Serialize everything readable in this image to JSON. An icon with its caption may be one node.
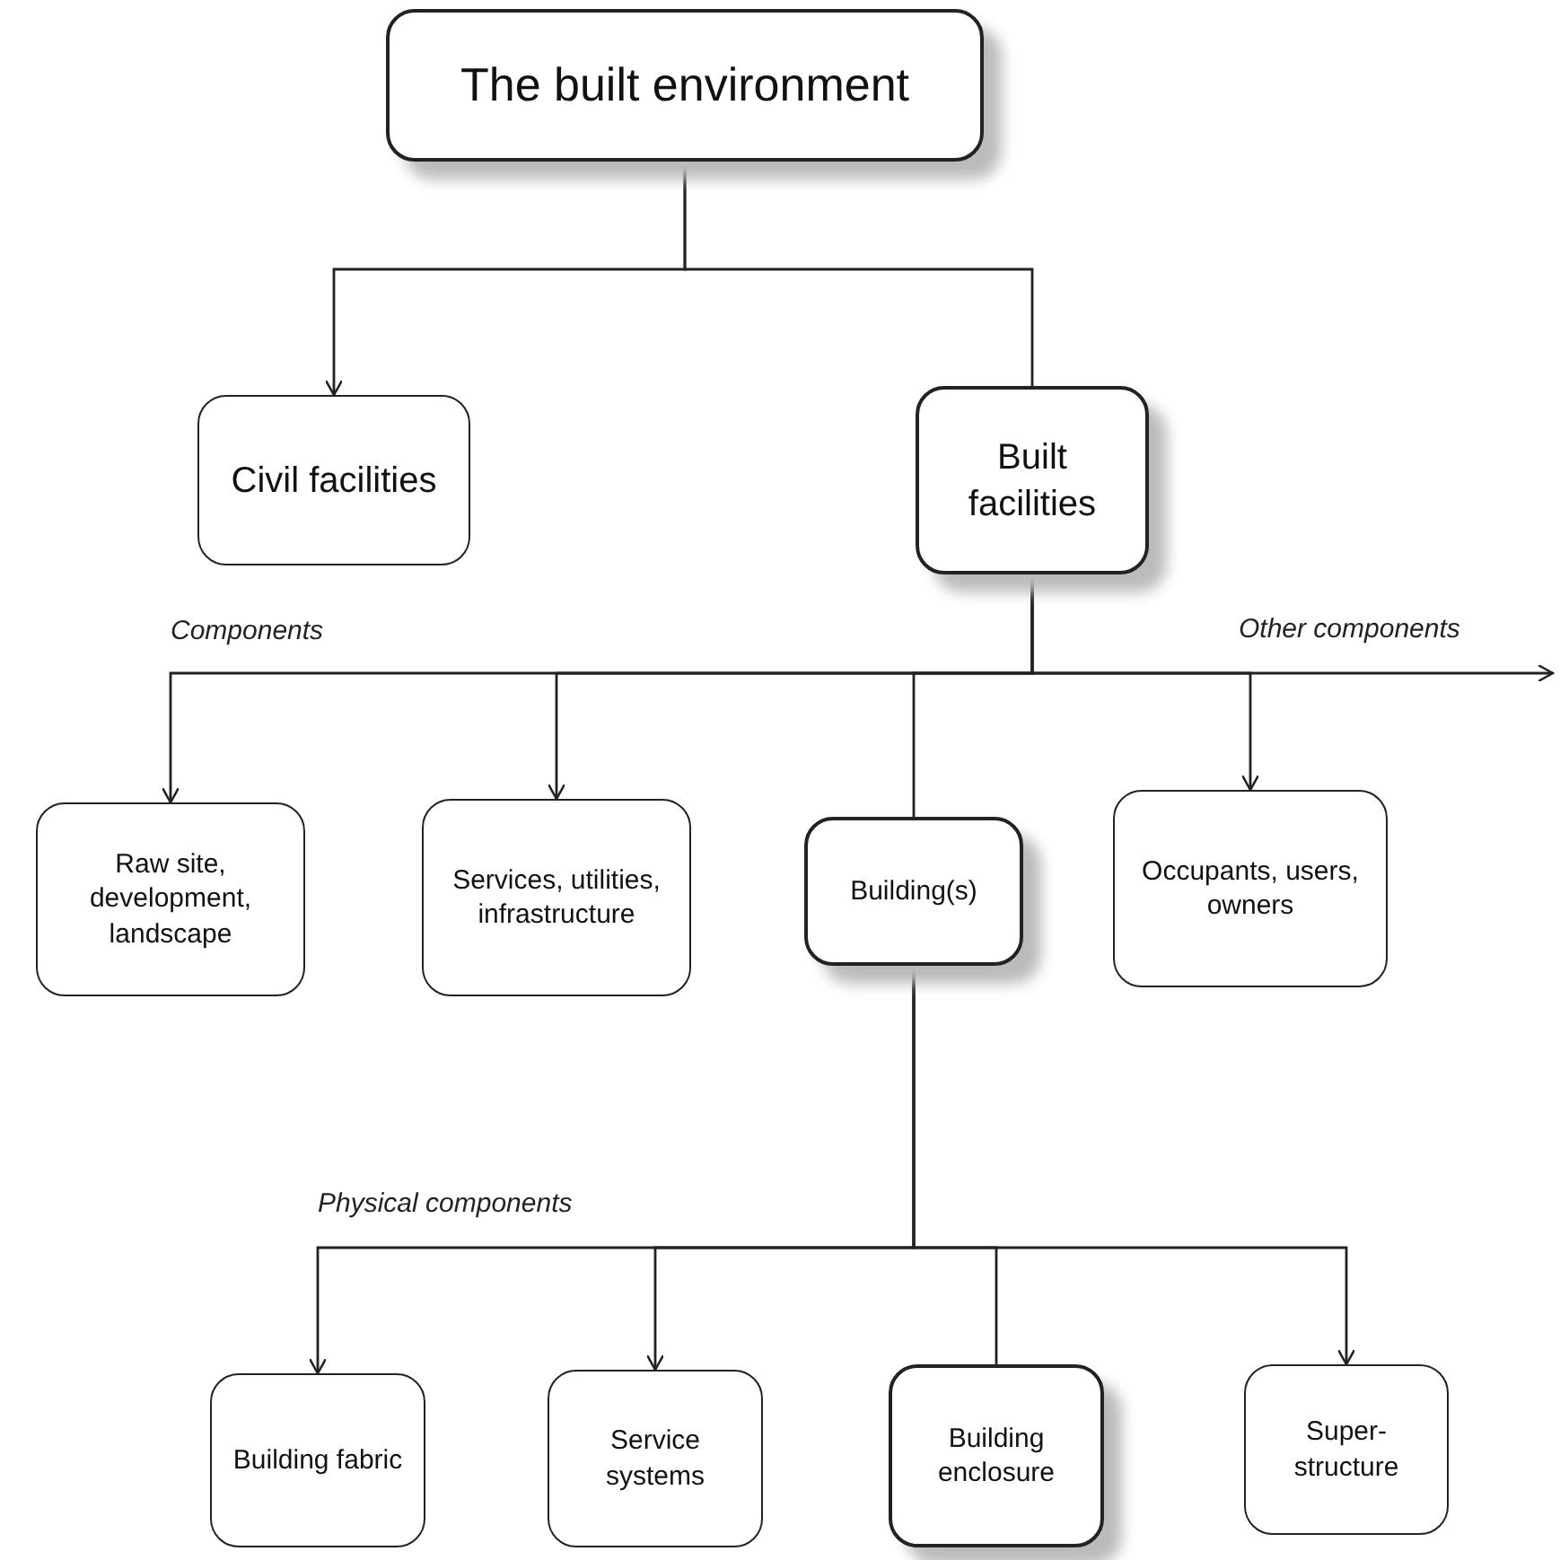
{
  "diagram": {
    "nodes": [
      {
        "text": [
          "The built environment"
        ]
      },
      {
        "text": [
          "Civil facilities"
        ]
      },
      {
        "text": [
          "Built facilities"
        ]
      },
      {
        "text": [
          "Raw site, development, landscape"
        ]
      },
      {
        "text": [
          "Services, utilities, infrastructure"
        ]
      },
      {
        "text": [
          "Building(s)"
        ]
      },
      {
        "text": [
          "Occupants, users, owners"
        ]
      },
      {
        "text": [
          "Building fabric"
        ]
      },
      {
        "text": [
          "Service systems"
        ]
      },
      {
        "text": [
          "Building enclosure"
        ]
      },
      {
        "text": [
          "Super-structure"
        ]
      }
    ],
    "edges": [
      {
        "from": 0,
        "to": 1,
        "arrow": "to"
      },
      {
        "from": 0,
        "to": 2,
        "arrow": "none"
      },
      {
        "from": 2,
        "to": 3,
        "arrow": "to"
      },
      {
        "from": 2,
        "to": 4,
        "arrow": "to"
      },
      {
        "from": 2,
        "to": 5,
        "arrow": "none"
      },
      {
        "from": 2,
        "to": 6,
        "arrow": "to"
      },
      {
        "from": 2,
        "to": null,
        "arrow": "to",
        "label": "Other components"
      },
      {
        "from": 5,
        "to": 7,
        "arrow": "to"
      },
      {
        "from": 5,
        "to": 8,
        "arrow": "to"
      },
      {
        "from": 5,
        "to": 9,
        "arrow": "none"
      },
      {
        "from": 5,
        "to": 10,
        "arrow": "to"
      }
    ],
    "labels": [
      "Components",
      "Physical components"
    ]
  }
}
